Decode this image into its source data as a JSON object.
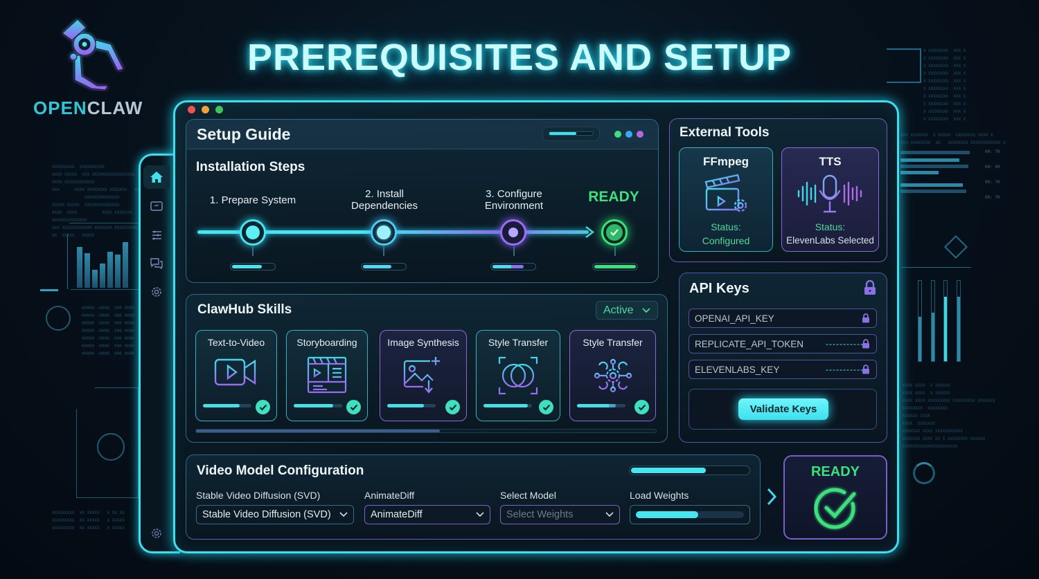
{
  "brand": {
    "name_part1": "OPEN",
    "name_part2": "CLAW",
    "logo_icon": "robotic-claw-icon"
  },
  "page_title": "PREREQUISITES AND SETUP",
  "window": {
    "controls": [
      "close",
      "minimize",
      "maximize"
    ],
    "sidebar": {
      "items": [
        {
          "icon": "home-icon",
          "active": true
        },
        {
          "icon": "media-card-icon",
          "active": false
        },
        {
          "icon": "sliders-icon",
          "active": false
        },
        {
          "icon": "chat-icon",
          "active": false
        },
        {
          "icon": "gear-icon",
          "active": false
        }
      ],
      "footer_icon": "settings-gear-icon"
    }
  },
  "setup_guide": {
    "title": "Setup Guide",
    "header_progress_percent": 55,
    "status_dots": [
      "#3de07c",
      "#3aa8f0",
      "#b668e0"
    ],
    "installation_steps": {
      "title": "Installation Steps",
      "steps": [
        {
          "label": "1. Prepare System",
          "progress_percent": 75,
          "color": "#45e6f0"
        },
        {
          "label_line1": "2. Install",
          "label_line2": "Dependencies",
          "progress_percent": 70,
          "color": "#52c9f0"
        },
        {
          "label_line1": "3. Configure",
          "label_line2": "Environment",
          "progress_percent": 80,
          "color": "#9a6ff0"
        },
        {
          "label": "READY",
          "progress_percent": 100,
          "color": "#3de07c"
        }
      ]
    }
  },
  "external_tools": {
    "title": "External Tools",
    "tools": [
      {
        "name": "FFmpeg",
        "icon": "clapperboard-gear-icon",
        "status_label": "Status:",
        "status_value": "Configured"
      },
      {
        "name": "TTS",
        "icon": "microphone-waveform-icon",
        "status_label": "Status:",
        "status_value": "ElevenLabs Selected"
      }
    ]
  },
  "clawhub_skills": {
    "title": "ClawHub Skills",
    "filter_value": "Active",
    "skills": [
      {
        "name": "Text-to-Video",
        "icon": "video-camera-icon",
        "progress_percent": 75,
        "enabled": true
      },
      {
        "name": "Storyboarding",
        "icon": "storyboard-icon",
        "progress_percent": 82,
        "enabled": true
      },
      {
        "name": "Image Synthesis",
        "icon": "image-add-icon",
        "progress_percent": 75,
        "enabled": true
      },
      {
        "name": "Style Transfer",
        "icon": "style-blend-icon",
        "progress_percent": 92,
        "enabled": true
      },
      {
        "name": "Style Transfer",
        "icon": "network-gear-icon",
        "progress_percent": 80,
        "enabled": true
      }
    ],
    "scroll_percent": 53
  },
  "api_keys": {
    "title": "API Keys",
    "keys": [
      {
        "name": "OPENAI_API_KEY",
        "masked": ""
      },
      {
        "name": "REPLICATE_API_TOKEN",
        "masked": "-----------"
      },
      {
        "name": "ELEVENLABS_KEY",
        "masked": "-----------"
      }
    ],
    "validate_label": "Validate Keys"
  },
  "video_model": {
    "title": "Video Model Configuration",
    "header_progress_percent": 65,
    "fields": [
      {
        "label": "Stable Video Diffusion (SVD)",
        "value": "Stable Video Diffusion (SVD)"
      },
      {
        "label": "AnimateDiff",
        "value": "AnimateDiff"
      },
      {
        "label": "Select Model",
        "placeholder": "Select Weights"
      },
      {
        "label": "Load Weights",
        "progress_percent": 58
      }
    ]
  },
  "ready_card": {
    "label": "READY",
    "icon": "check-circle-icon"
  },
  "colors": {
    "cyan": "#3ee0ef",
    "purple": "#8a6bd6",
    "green": "#3de07c",
    "background": "#07121d"
  }
}
